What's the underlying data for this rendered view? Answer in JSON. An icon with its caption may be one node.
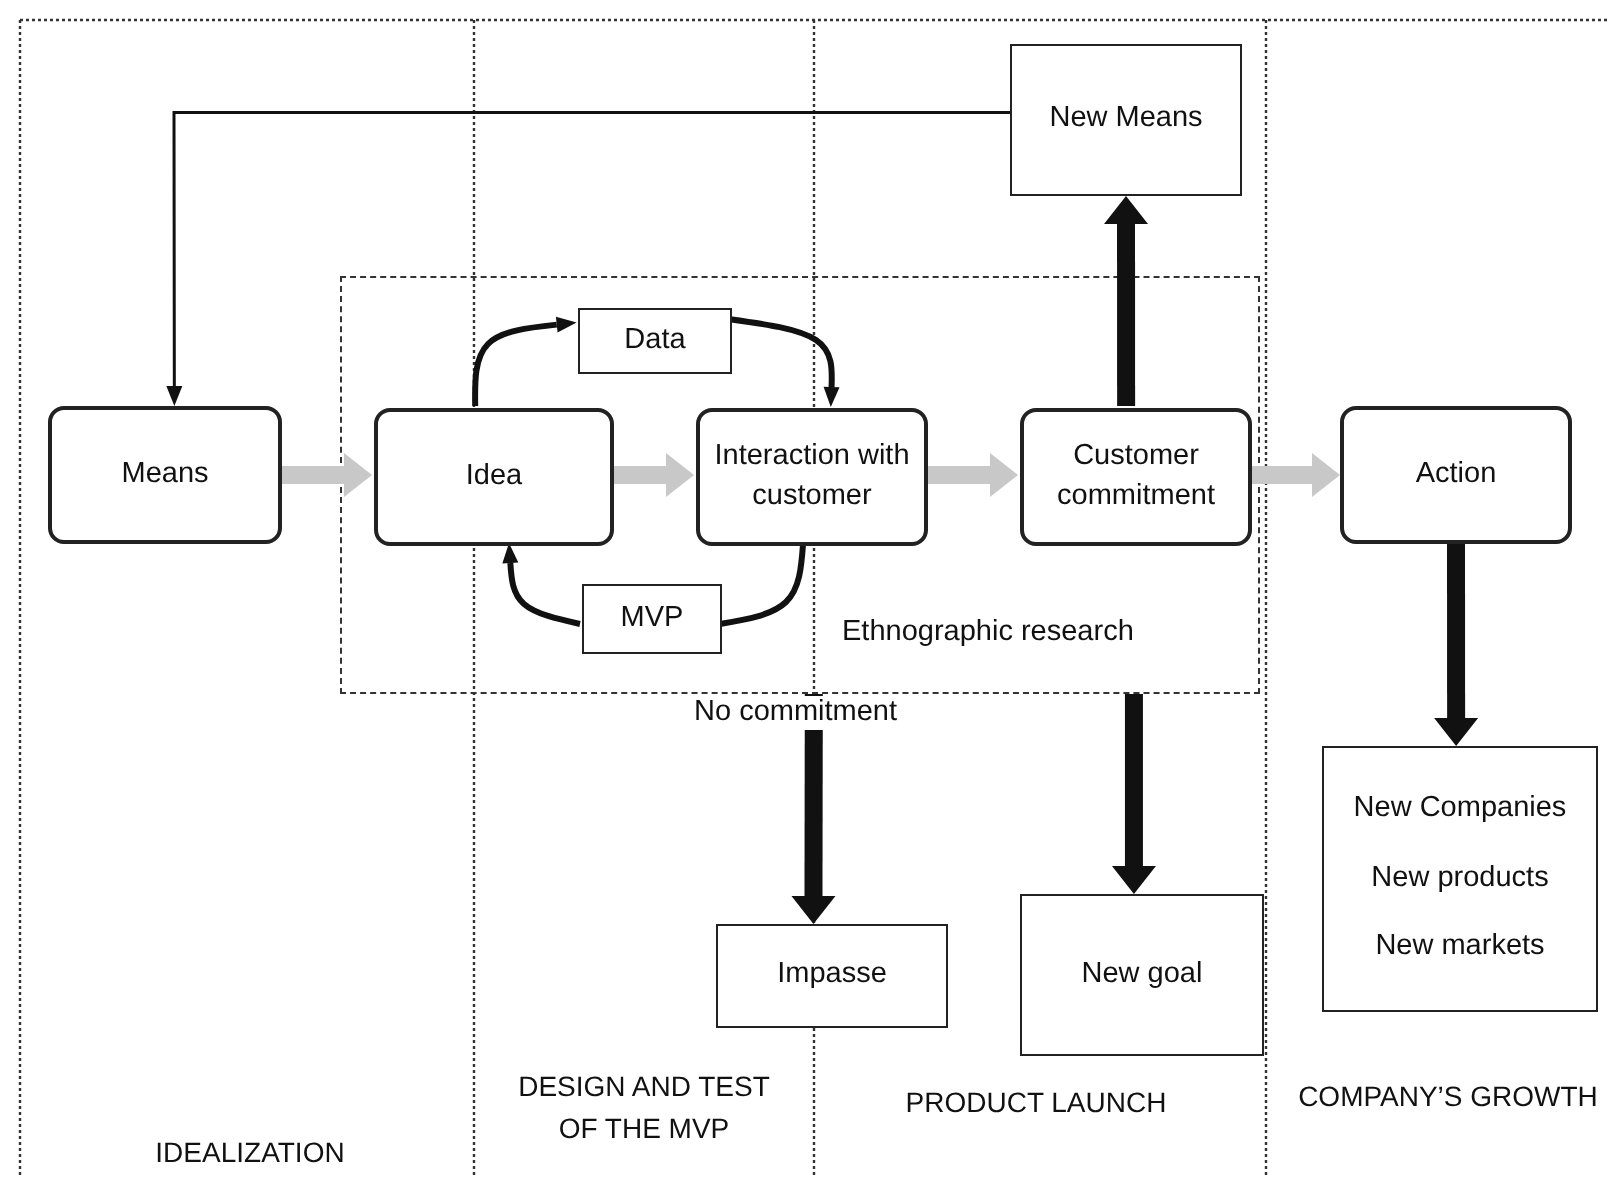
{
  "diagram": {
    "nodes": [
      {
        "text": [
          "New Means"
        ]
      },
      {
        "text": [
          "Means"
        ]
      },
      {
        "text": [
          "Ethnographic research"
        ]
      },
      {
        "text": [
          "Data"
        ],
        "in": 2
      },
      {
        "text": [
          "Idea"
        ],
        "in": 2
      },
      {
        "text": [
          "Interaction with customer"
        ],
        "in": 2
      },
      {
        "text": [
          "Customer commitment"
        ],
        "in": 2
      },
      {
        "text": [
          "MVP"
        ],
        "in": 2
      },
      {
        "text": [
          "Action"
        ]
      },
      {
        "text": [
          "Impasse"
        ]
      },
      {
        "text": [
          "New goal"
        ]
      },
      {
        "text": [
          "New Companies",
          "New products",
          "New markets"
        ]
      }
    ],
    "edges": [
      {
        "from": 0,
        "to": 1,
        "arrow": "to"
      },
      {
        "from": 1,
        "to": 4,
        "arrow": "to",
        "color": "#c8c8c8"
      },
      {
        "from": 4,
        "to": 5,
        "arrow": "to",
        "color": "#c8c8c8"
      },
      {
        "from": 5,
        "to": 6,
        "arrow": "to",
        "color": "#c8c8c8"
      },
      {
        "from": 6,
        "to": 8,
        "arrow": "to",
        "color": "#c8c8c8"
      },
      {
        "from": 4,
        "to": 3,
        "arrow": "to"
      },
      {
        "from": 3,
        "to": 5,
        "arrow": "to"
      },
      {
        "from": 5,
        "to": 7,
        "arrow": "none"
      },
      {
        "from": 7,
        "to": 4,
        "arrow": "to"
      },
      {
        "from": 6,
        "to": 0,
        "arrow": "to"
      },
      {
        "from": 2,
        "to": 9,
        "arrow": "to",
        "label": "No commitment"
      },
      {
        "from": 2,
        "to": 10,
        "arrow": "to"
      },
      {
        "from": 8,
        "to": 11,
        "arrow": "to"
      }
    ],
    "labels": [
      "IDEALIZATION",
      "DESIGN AND TEST OF THE MVP",
      "PRODUCT LAUNCH",
      "COMPANY’S GROWTH"
    ]
  }
}
